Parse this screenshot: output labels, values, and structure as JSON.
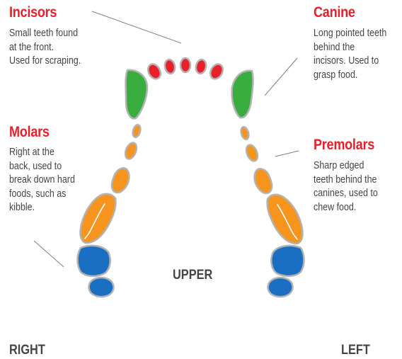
{
  "labels": {
    "incisors": {
      "title": "Incisors",
      "description": "Small teeth found\nat the front.\nUsed for scraping."
    },
    "canine": {
      "title": "Canine",
      "description": "Long pointed teeth\nbehind the\nincisors. Used to\ngrasp food."
    },
    "molars": {
      "title": "Molars",
      "description": "Right at the\nback, used to\nbreak down hard\nfoods, such as\nkibble."
    },
    "premolars": {
      "title": "Premolars",
      "description": "Sharp edged\nteeth behind the\ncanines, used to\nchew food."
    }
  },
  "orientation": {
    "jaw": "UPPER",
    "right": "RIGHT",
    "left": "LEFT"
  },
  "colors": {
    "incisor": "#e8202a",
    "canine": "#3aad3f",
    "premolar": "#f7941d",
    "molar": "#1b6fc2",
    "outline": "#b3b3b3",
    "title": "#e8202a",
    "text": "#444444"
  }
}
